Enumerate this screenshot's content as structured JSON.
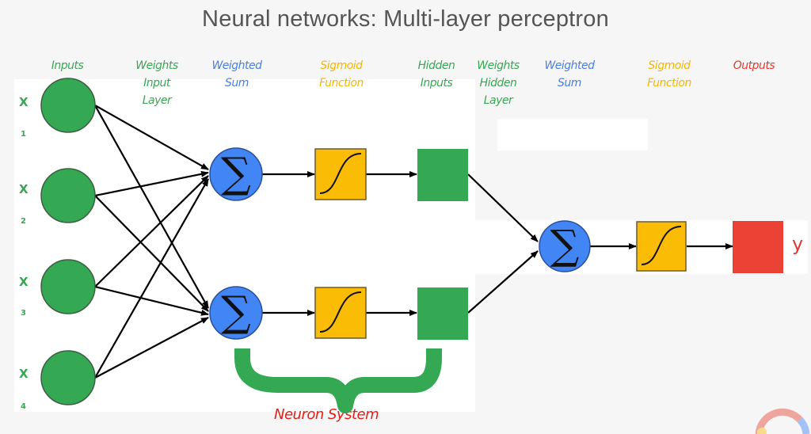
{
  "title": "Neural networks: Multi-layer perceptron",
  "column_labels": {
    "inputs": "Inputs",
    "weights_input_layer": "Weights\nInput\nLayer",
    "weighted_sum_1": "Weighted\nSum",
    "sigmoid_1": "Sigmoid\nFunction",
    "hidden_inputs": "Hidden\nInputs",
    "weights_hidden_layer": "Weights\nHidden\nLayer",
    "weighted_sum_2": "Weighted\nSum",
    "sigmoid_2": "Sigmoid\nFunction",
    "outputs": "Outputs"
  },
  "inputs": [
    {
      "symbol": "X",
      "index": "1"
    },
    {
      "symbol": "X",
      "index": "2"
    },
    {
      "symbol": "X",
      "index": "3"
    },
    {
      "symbol": "X",
      "index": "4"
    }
  ],
  "sum_symbol": "∑",
  "output_symbol": "y",
  "neuron_system_label": "Neuron System",
  "colors": {
    "input_node": "#34a853",
    "sum_node": "#4285f4",
    "sigmoid_box": "#fbbc05",
    "hidden_node": "#34a853",
    "output_node": "#ea4335",
    "brace": "#34a853",
    "arrow": "#000000"
  },
  "network": {
    "input_count": 4,
    "hidden_neurons": 2,
    "output_neurons": 1
  }
}
